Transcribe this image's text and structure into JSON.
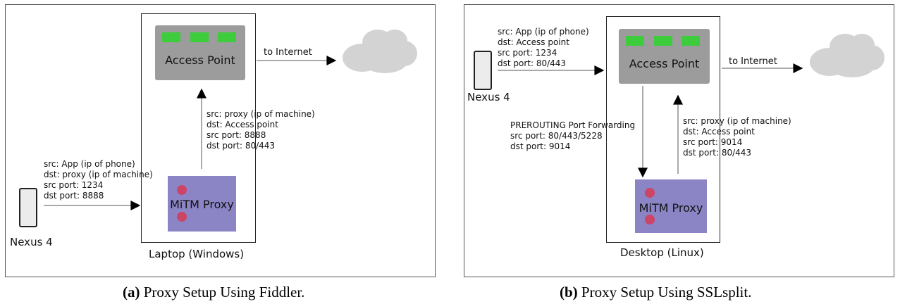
{
  "panel_a": {
    "phone_label": "Nexus 4",
    "container_label": "Laptop (Windows)",
    "access_point_label": "Access Point",
    "proxy_label": "MiTM Proxy",
    "internet_label": "to Internet",
    "phone_to_proxy_text": "src: App (ip of phone)\ndst: proxy (ip of machine)\nsrc port: 1234\ndst port: 8888",
    "proxy_to_ap_text": "src: proxy (ip of machine)\ndst: Access point\nsrc port: 8888\ndst port: 80/443",
    "caption_tag": "(a)",
    "caption_text": " Proxy Setup Using Fiddler."
  },
  "panel_b": {
    "phone_label": "Nexus 4",
    "container_label": "Desktop (Linux)",
    "access_point_label": "Access Point",
    "proxy_label": "MiTM Proxy",
    "internet_label": "to Internet",
    "phone_to_ap_text": "src: App (ip of phone)\ndst: Access point\nsrc port: 1234\ndst port: 80/443",
    "forwarding_text": "PREROUTING Port Forwarding\nsrc port: 80/443/5228\ndst port: 9014",
    "proxy_to_ap_text": "src: proxy (ip of machine)\ndst: Access point\nsrc port: 9014\ndst port: 80/443",
    "caption_tag": "(b)",
    "caption_text": " Proxy Setup Using SSLsplit."
  }
}
